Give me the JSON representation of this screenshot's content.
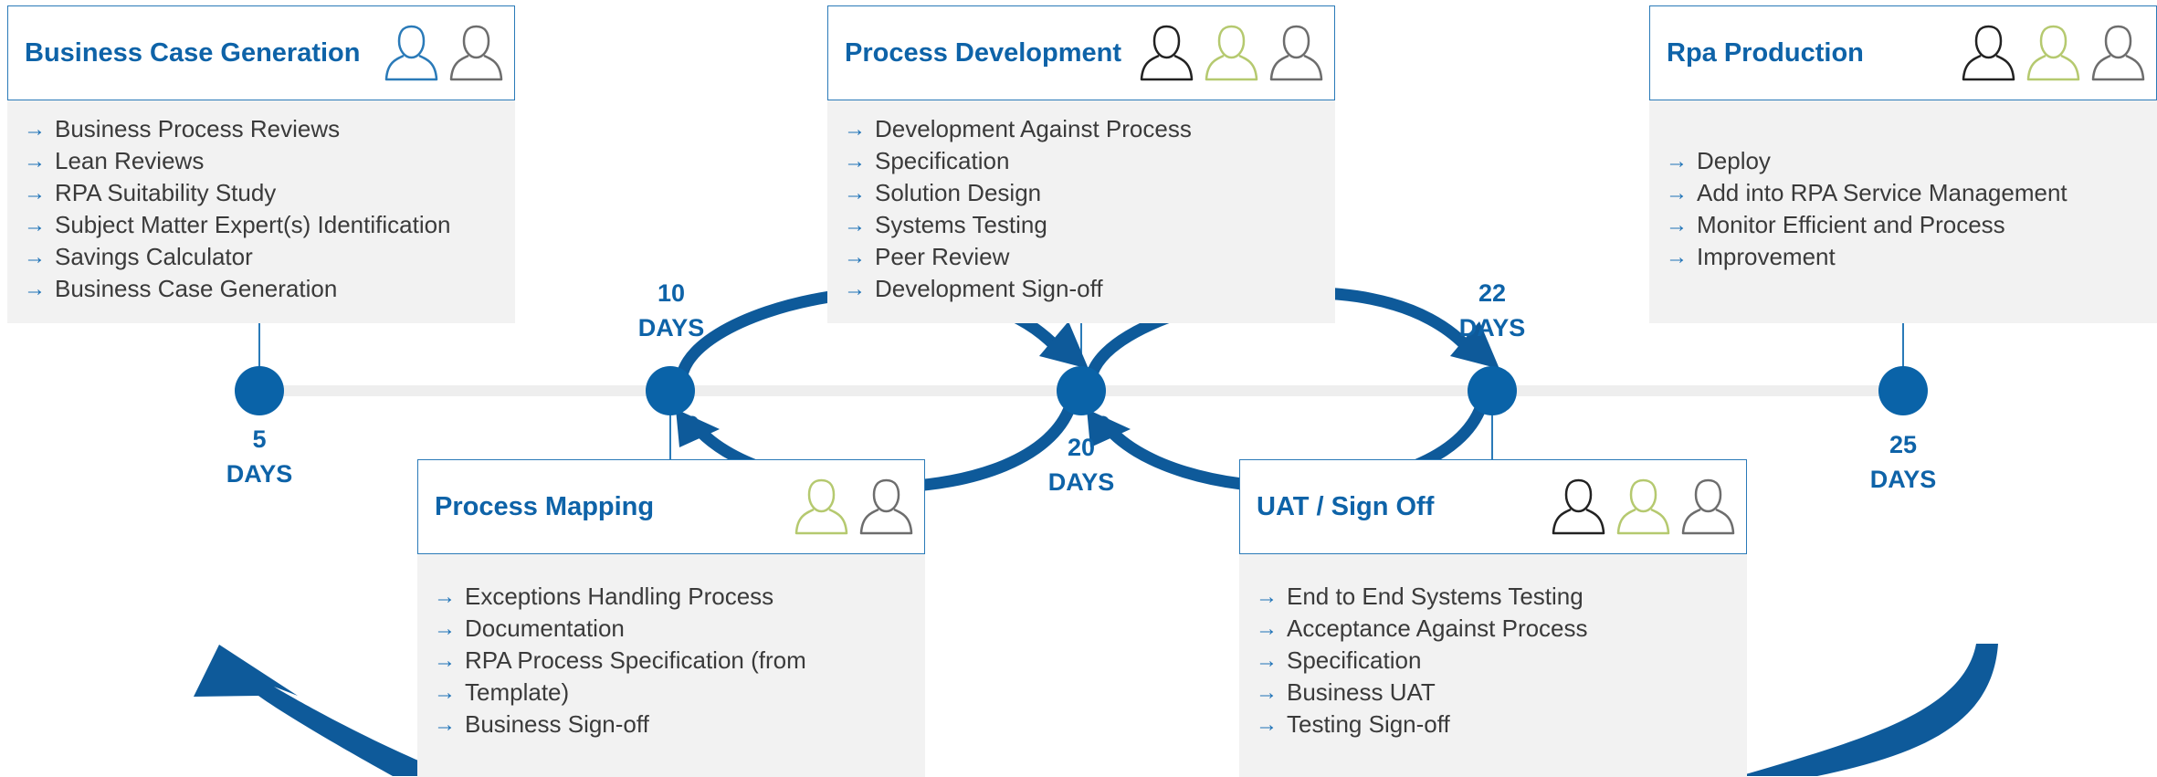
{
  "colors": {
    "primary": "#0e63a8",
    "box_border": "#2a7ab8",
    "card_fill": "#f2f2f2",
    "timeline": "#eeeeee",
    "icon_blue": "#2a7ab8",
    "icon_green": "#b5c96f",
    "icon_black": "#222222",
    "icon_gray": "#6d6d6d"
  },
  "stages": [
    {
      "title": "Business Case Generation",
      "icons": [
        "user-blue",
        "user-gray"
      ],
      "items": [
        "Business Process Reviews",
        "Lean Reviews",
        "RPA Suitability Study",
        "Subject Matter Expert(s) Identification",
        "Savings Calculator",
        "Business Case Generation"
      ],
      "days_number": "5",
      "days_unit": "DAYS"
    },
    {
      "title": "Process Mapping",
      "icons": [
        "user-green",
        "user-gray"
      ],
      "items": [
        "Exceptions Handling Process",
        "Documentation",
        "RPA Process Specification (from",
        "Template)",
        "Business Sign-off"
      ],
      "days_number": "10",
      "days_unit": "DAYS"
    },
    {
      "title": "Process Development",
      "icons": [
        "user-black",
        "user-green",
        "user-gray"
      ],
      "items": [
        "Development Against Process",
        "Specification",
        "Solution Design",
        "Systems Testing",
        "Peer Review",
        "Development Sign-off"
      ],
      "days_number": "20",
      "days_unit": "DAYS"
    },
    {
      "title": "UAT / Sign Off",
      "icons": [
        "user-black",
        "user-green",
        "user-gray"
      ],
      "items": [
        "End to End Systems Testing",
        "Acceptance Against Process",
        "Specification",
        "Business UAT",
        "Testing Sign-off"
      ],
      "days_number": "22",
      "days_unit": "DAYS"
    },
    {
      "title": "Rpa Production",
      "icons": [
        "user-black",
        "user-green",
        "user-gray"
      ],
      "items": [
        "Deploy",
        "Add into RPA Service Management",
        "Monitor Efficient and Process",
        "Improvement"
      ],
      "days_number": "25",
      "days_unit": "DAYS"
    }
  ]
}
